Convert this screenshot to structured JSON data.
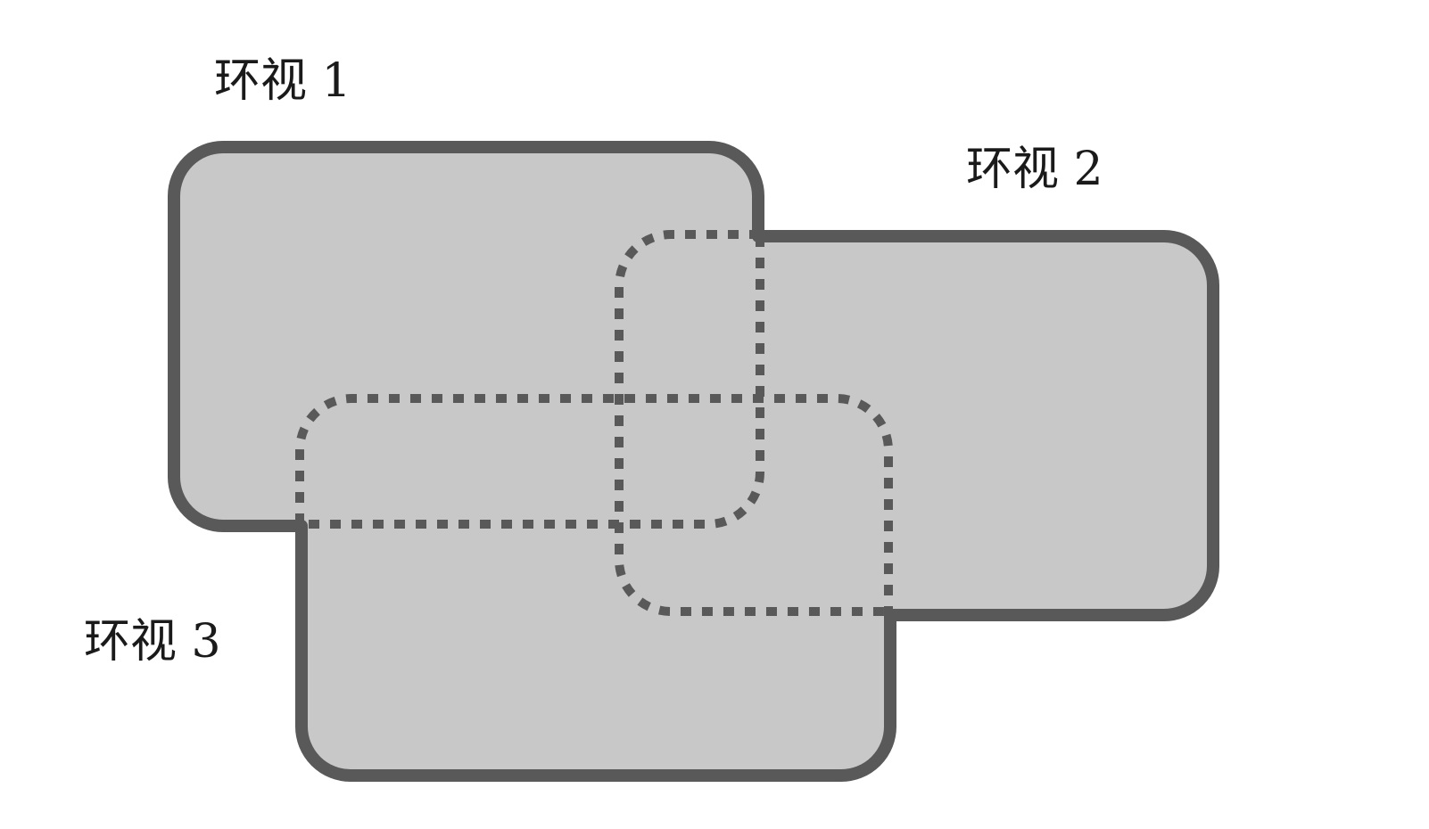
{
  "diagram": {
    "labels": {
      "view1": "环视 1",
      "view2": "环视 2",
      "view3": "环视 3"
    }
  },
  "colors": {
    "region_fill": "#c8c8c8",
    "region_stroke": "#595959",
    "label_text": "#1a1a1a",
    "background": "#ffffff"
  }
}
